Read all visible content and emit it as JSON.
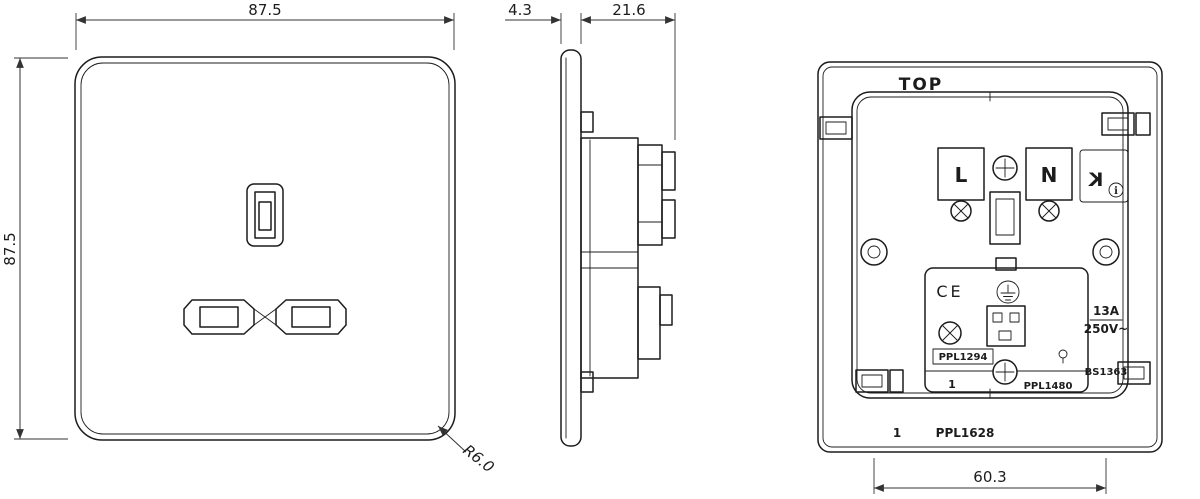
{
  "colors": {
    "line": "#1c1c1c",
    "dimension": "#333333",
    "background": "#ffffff"
  },
  "front_view": {
    "dim_width": "87.5",
    "dim_height": "87.5",
    "dim_corner_radius": "R6.0"
  },
  "side_view": {
    "dim_thickness": "4.3",
    "dim_depth": "21.6"
  },
  "rear_view": {
    "top_label": "TOP",
    "terminal_live": "L",
    "terminal_neutral": "N",
    "ce_mark": "CE",
    "approval_mark": "K",
    "info_mark": "i",
    "rating_current": "13A",
    "rating_voltage": "250V~",
    "label_ppl1294": "PPL1294",
    "label_bs1363": "BS1363",
    "label_ppl1480": "PPL1480",
    "label_ppl1628": "PPL1628",
    "gang_number_mid": "1",
    "gang_number_bottom": "1",
    "dim_fixing_centres": "60.3"
  }
}
